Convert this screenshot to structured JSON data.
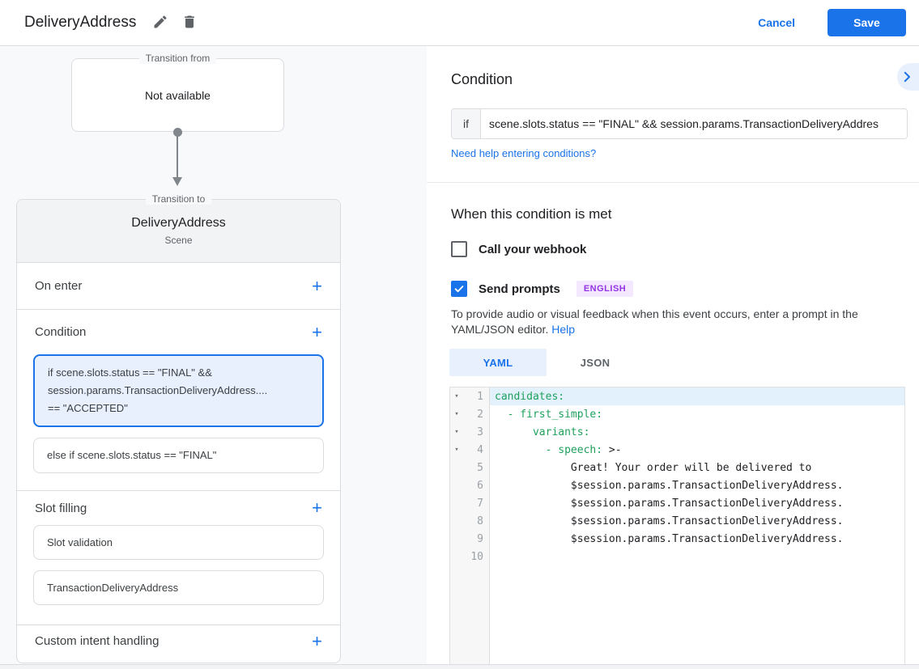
{
  "header": {
    "title": "DeliveryAddress",
    "cancel_label": "Cancel",
    "save_label": "Save"
  },
  "flow": {
    "transition_from": {
      "legend": "Transition from",
      "content": "Not available"
    },
    "transition_to": {
      "legend": "Transition to",
      "title": "DeliveryAddress",
      "subtitle": "Scene"
    },
    "on_enter_label": "On enter",
    "condition_label": "Condition",
    "condition_cards": [
      {
        "selected": true,
        "lines": [
          "if scene.slots.status == \"FINAL\" &&",
          "session.params.TransactionDeliveryAddress....",
          "== \"ACCEPTED\""
        ]
      },
      {
        "selected": false,
        "lines": [
          "else if scene.slots.status == \"FINAL\""
        ]
      }
    ],
    "slot_filling_label": "Slot filling",
    "slot_cards": [
      "Slot validation",
      "TransactionDeliveryAddress"
    ],
    "custom_intent_label": "Custom intent handling"
  },
  "panel": {
    "condition_title": "Condition",
    "if_label": "if",
    "if_value": "scene.slots.status == \"FINAL\" && session.params.TransactionDeliveryAddres",
    "help_link": "Need help entering conditions?",
    "when_title": "When this condition is met",
    "webhook_label": "Call your webhook",
    "prompts_label": "Send prompts",
    "language_badge": "ENGLISH",
    "description": "To provide audio or visual feedback when this event occurs, enter a prompt in the YAML/JSON editor.",
    "help_label": "Help",
    "tabs": [
      {
        "label": "YAML",
        "active": true
      },
      {
        "label": "JSON",
        "active": false
      }
    ],
    "editor": {
      "lines": [
        {
          "num": "1",
          "fold": true,
          "active": true,
          "segments": [
            {
              "c": "key",
              "t": "candidates:"
            }
          ]
        },
        {
          "num": "2",
          "fold": true,
          "segments": [
            {
              "c": "plain",
              "t": "  "
            },
            {
              "c": "key",
              "t": "- first_simple:"
            }
          ]
        },
        {
          "num": "3",
          "fold": true,
          "segments": [
            {
              "c": "plain",
              "t": "      "
            },
            {
              "c": "key",
              "t": "variants:"
            }
          ]
        },
        {
          "num": "4",
          "fold": true,
          "segments": [
            {
              "c": "plain",
              "t": "        "
            },
            {
              "c": "key",
              "t": "- speech:"
            },
            {
              "c": "plain",
              "t": " >-"
            }
          ]
        },
        {
          "num": "5",
          "segments": [
            {
              "c": "plain",
              "t": "            Great! Your order will be delivered to"
            }
          ]
        },
        {
          "num": "6",
          "segments": [
            {
              "c": "plain",
              "t": "            $session.params.TransactionDeliveryAddress."
            }
          ]
        },
        {
          "num": "7",
          "segments": [
            {
              "c": "plain",
              "t": "            $session.params.TransactionDeliveryAddress."
            }
          ]
        },
        {
          "num": "8",
          "segments": [
            {
              "c": "plain",
              "t": "            $session.params.TransactionDeliveryAddress."
            }
          ]
        },
        {
          "num": "9",
          "segments": [
            {
              "c": "plain",
              "t": "            $session.params.TransactionDeliveryAddress."
            }
          ]
        },
        {
          "num": "10",
          "segments": []
        }
      ]
    }
  },
  "colors": {
    "accent": "#1a73e8",
    "accent_light": "#e8f0fe",
    "code_key_green": "#1fa05c",
    "badge_bg": "#f3e8fd",
    "badge_text": "#9334e6",
    "selected_card_bg": "#e8f0fe",
    "selected_card_border": "#1a73e8",
    "panel_gray": "#f8f9fa"
  }
}
